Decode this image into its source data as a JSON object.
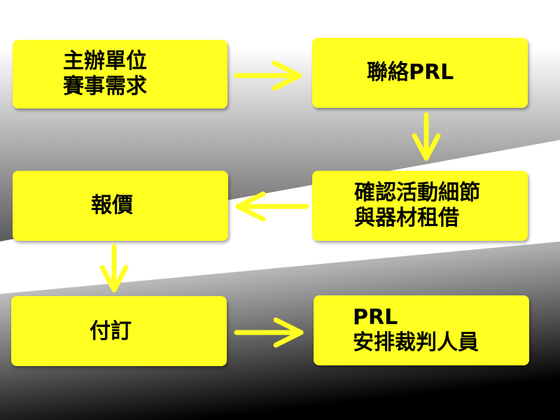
{
  "colors": {
    "box_fill": "#ffff22",
    "arrow": "#ffff22",
    "text": "#000000",
    "bg_top": "#ffffff",
    "bg_band": "#ffffff",
    "bg_bottom": "#000000"
  },
  "nodes": {
    "organizer": {
      "lines": [
        "主辦單位",
        "賽事需求"
      ]
    },
    "contact": {
      "lines": [
        "聯絡PRL"
      ]
    },
    "confirm": {
      "lines": [
        "確認活動細節",
        "與器材租借"
      ]
    },
    "quote": {
      "lines": [
        "報價"
      ]
    },
    "deposit": {
      "lines": [
        "付訂"
      ]
    },
    "arrange": {
      "lines": [
        "PRL",
        "安排裁判人員"
      ]
    }
  },
  "edges": [
    {
      "from": "organizer",
      "to": "contact",
      "direction": "right"
    },
    {
      "from": "contact",
      "to": "confirm",
      "direction": "down"
    },
    {
      "from": "confirm",
      "to": "quote",
      "direction": "left"
    },
    {
      "from": "quote",
      "to": "deposit",
      "direction": "down"
    },
    {
      "from": "deposit",
      "to": "arrange",
      "direction": "right"
    }
  ]
}
